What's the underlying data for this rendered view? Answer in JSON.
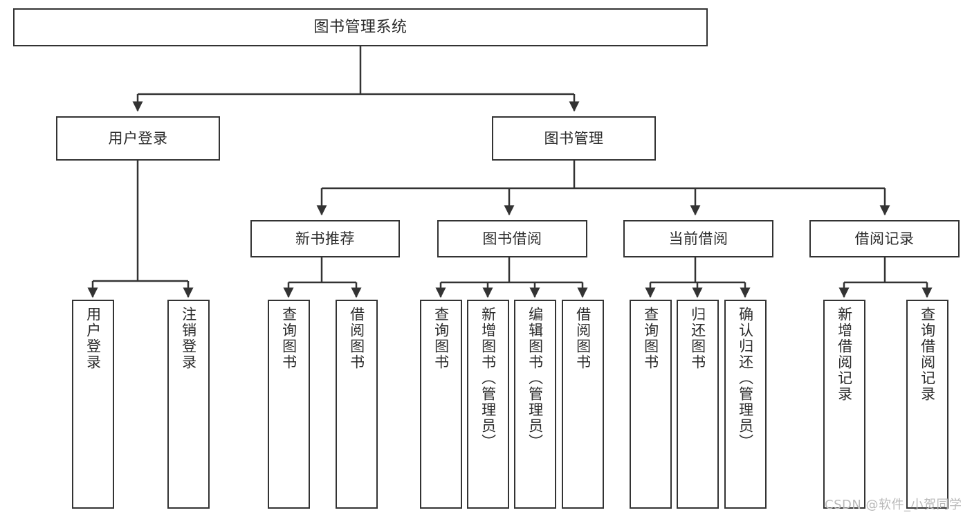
{
  "diagram": {
    "title": "图书管理系统",
    "type": "tree-hierarchy",
    "root": {
      "label": "图书管理系统"
    },
    "level2": [
      {
        "label": "用户登录"
      },
      {
        "label": "图书管理"
      }
    ],
    "level3": [
      {
        "label": "新书推荐"
      },
      {
        "label": "图书借阅"
      },
      {
        "label": "当前借阅"
      },
      {
        "label": "借阅记录"
      }
    ],
    "leaves": {
      "user_login": [
        {
          "label": "用户登录"
        },
        {
          "label": "注销登录"
        }
      ],
      "new_book_recommend": [
        {
          "label": "查询图书"
        },
        {
          "label": "借阅图书"
        }
      ],
      "book_borrow": [
        {
          "label": "查询图书"
        },
        {
          "label": "新增图书（管理员）"
        },
        {
          "label": "编辑图书（管理员）"
        },
        {
          "label": "借阅图书"
        }
      ],
      "current_borrow": [
        {
          "label": "查询图书"
        },
        {
          "label": "归还图书"
        },
        {
          "label": "确认归还（管理员）"
        }
      ],
      "borrow_record": [
        {
          "label": "新增借阅记录"
        },
        {
          "label": "查询借阅记录"
        }
      ]
    }
  },
  "watermark": {
    "text": "CSDN @软件_小贺同学"
  },
  "colors": {
    "border": "#333333",
    "text": "#2b2b2b",
    "background": "#ffffff",
    "watermark": "#b9b9b9"
  }
}
